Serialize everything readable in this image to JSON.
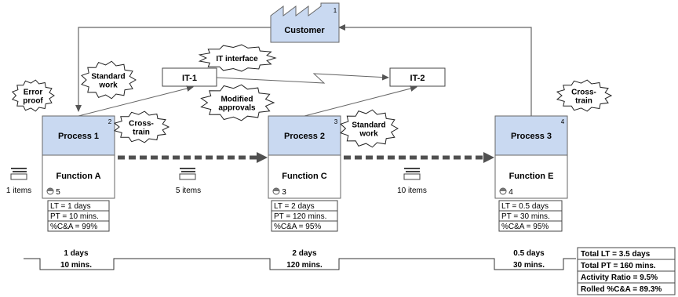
{
  "customer": {
    "label": "Customer",
    "num": "1"
  },
  "it_systems": [
    {
      "label": "IT-1"
    },
    {
      "label": "IT-2"
    }
  ],
  "processes": [
    {
      "title": "Process 1",
      "num": "2",
      "function": "Function A",
      "operators": "5",
      "metrics": [
        "LT = 1 days",
        "PT = 10 mins.",
        "%C&A = 99%"
      ]
    },
    {
      "title": "Process 2",
      "num": "3",
      "function": "Function C",
      "operators": "3",
      "metrics": [
        "LT = 2 days",
        "PT = 120 mins.",
        "%C&A = 95%"
      ]
    },
    {
      "title": "Process 3",
      "num": "4",
      "function": "Function E",
      "operators": "4",
      "metrics": [
        "LT = 0.5 days",
        "PT = 30 mins.",
        "%C&A = 95%"
      ]
    }
  ],
  "inventory": [
    {
      "label": "1 items"
    },
    {
      "label": "5 items"
    },
    {
      "label": "10 items"
    }
  ],
  "kaizen": [
    {
      "lines": [
        "Error",
        "proof"
      ]
    },
    {
      "lines": [
        "Standard",
        "work"
      ]
    },
    {
      "lines": [
        "Cross-",
        "train"
      ]
    },
    {
      "lines": [
        "IT interface"
      ]
    },
    {
      "lines": [
        "Modified",
        "approvals"
      ]
    },
    {
      "lines": [
        "Standard",
        "work"
      ]
    },
    {
      "lines": [
        "Cross-",
        "train"
      ]
    }
  ],
  "timeline": [
    {
      "lt": "1 days",
      "pt": "10 mins."
    },
    {
      "lt": "2 days",
      "pt": "120 mins."
    },
    {
      "lt": "0.5 days",
      "pt": "30 mins."
    }
  ],
  "summary": [
    "Total LT = 3.5 days",
    "Total PT = 160 mins.",
    "Activity Ratio = 9.5%",
    "Rolled %C&A = 89.3%"
  ],
  "colors": {
    "process_fill": "#c9d9f1",
    "line": "#555555",
    "dashed_arrow": "#505050"
  }
}
